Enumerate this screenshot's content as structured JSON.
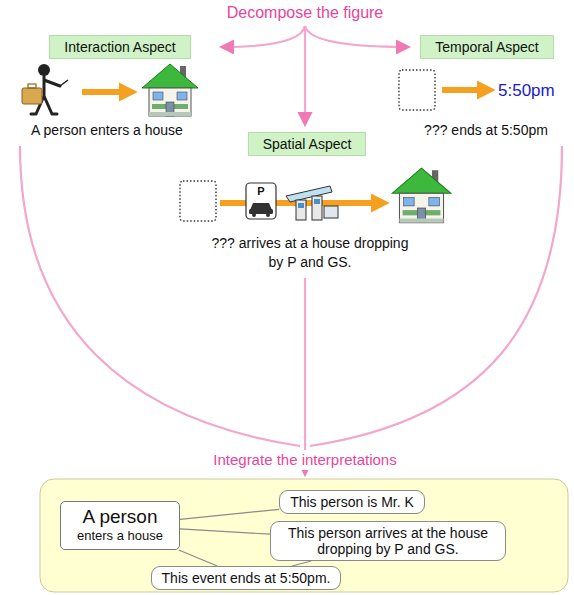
{
  "diagram": {
    "title": "Decompose the figure",
    "nodes": [
      {
        "text": [
          "Interaction Aspect"
        ]
      },
      {
        "text": [
          "Temporal Aspect"
        ]
      },
      {
        "text": [
          "Spatial Aspect"
        ]
      },
      {
        "text": [
          "A person",
          "enters a house"
        ]
      },
      {
        "text": [
          "This person is Mr. K"
        ]
      },
      {
        "text": [
          "This person arrives at the house dropping by P and GS."
        ]
      },
      {
        "text": [
          "This event ends at 5:50pm."
        ]
      }
    ],
    "edges": [
      {
        "from": 4,
        "to": 3,
        "arrow": "none"
      },
      {
        "from": 5,
        "to": 3,
        "arrow": "none"
      },
      {
        "from": 6,
        "to": 3,
        "arrow": "none"
      },
      {
        "from": 6,
        "to": 5,
        "arrow": "none"
      }
    ],
    "labels": [
      "A person enters a house",
      "5:50pm",
      "??? ends at 5:50pm",
      "P",
      "??? arrives at a house dropping by P and GS.",
      "Integrate the interpretations"
    ]
  }
}
